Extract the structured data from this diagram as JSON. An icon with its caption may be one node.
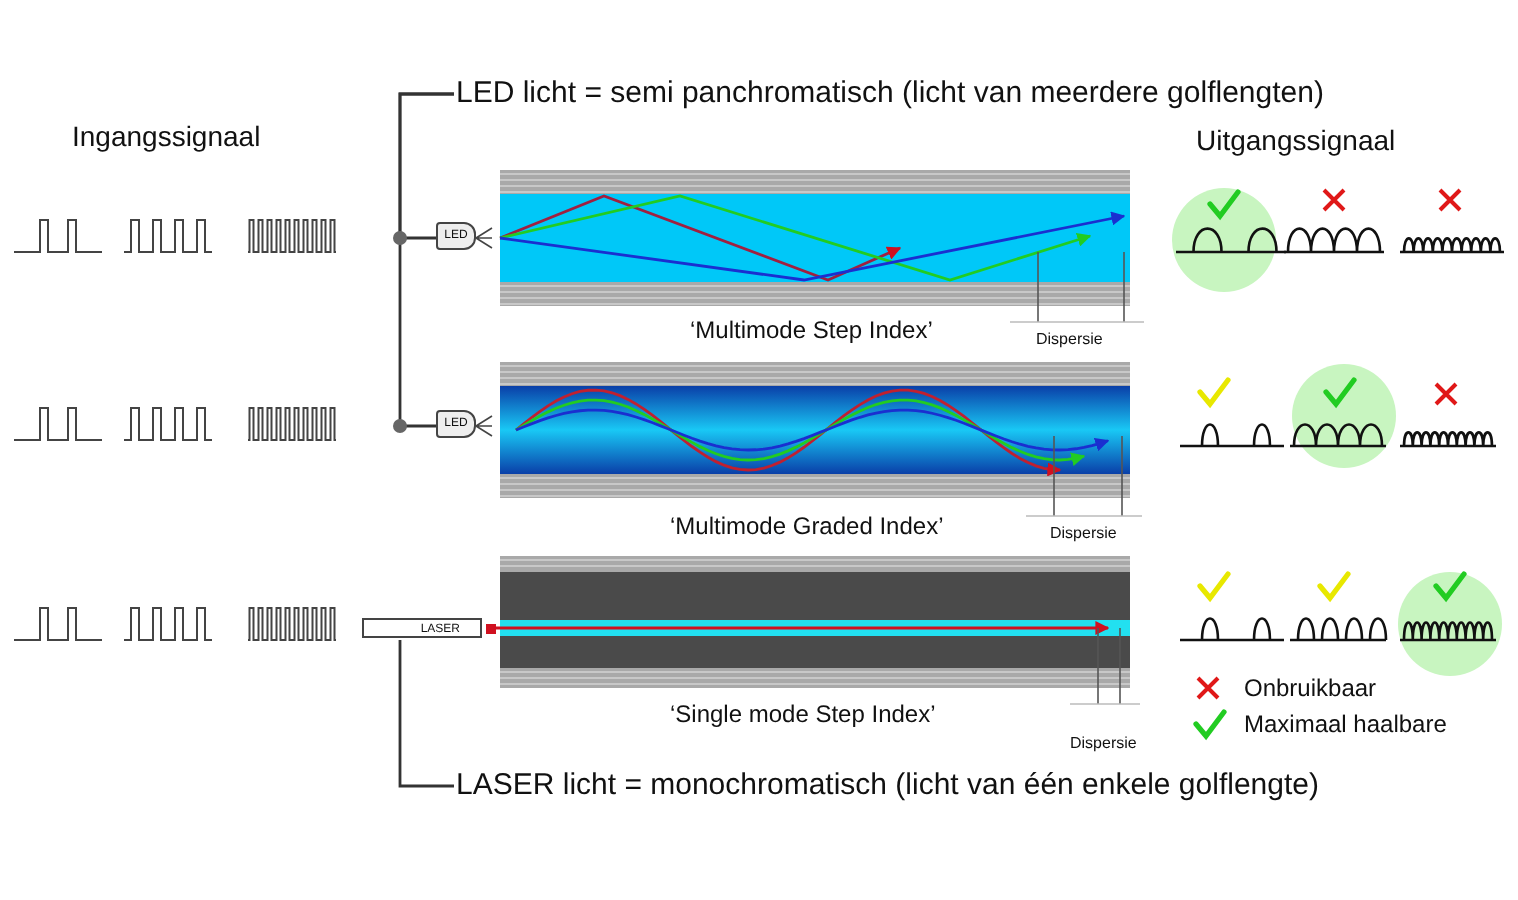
{
  "diagram": {
    "nodes": [
      {
        "text": [
          "LED licht = semi panchromatisch (licht van meerdere golflengten)"
        ]
      },
      {
        "text": [
          "LED"
        ]
      },
      {
        "text": [
          "LED"
        ]
      },
      {
        "text": [
          "LASER"
        ]
      },
      {
        "text": [
          "LASER licht = monochromatisch (licht van één enkele golflengte)"
        ]
      }
    ],
    "edges": [
      {
        "from": 0,
        "to": 1,
        "arrow": "none"
      },
      {
        "from": 0,
        "to": 2,
        "arrow": "none"
      },
      {
        "from": 4,
        "to": 3,
        "arrow": "none"
      }
    ],
    "labels": [
      "Ingangssignaal",
      "Uitgangssignaal",
      "‘Multimode Step Index’",
      "Dispersie",
      "‘Multimode Graded Index’",
      "Dispersie",
      "‘Single mode Step Index’",
      "Dispersie"
    ],
    "legend": [
      {
        "text": "Onbruikbaar"
      },
      {
        "text": "Maximaal haalbare"
      }
    ]
  }
}
